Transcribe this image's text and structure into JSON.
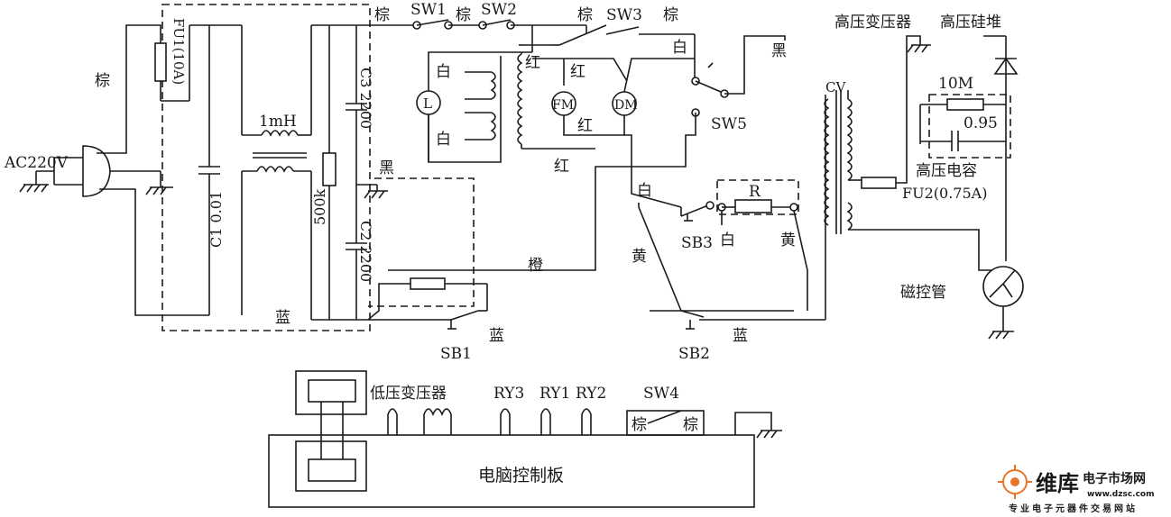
{
  "labels": {
    "brown_left": "棕",
    "fu1": "FU1(10A)",
    "ac220": "AC220V",
    "inductor": "1mH",
    "c1": "C1 0.01",
    "r500k": "500k",
    "c3": "C3 2200",
    "c2": "C2 2200",
    "black_mid": "黑",
    "blue_bottom": "蓝",
    "brown_sw1": "棕",
    "sw1": "SW1",
    "brown_sw2": "棕",
    "sw2": "SW2",
    "brown_sw3": "棕",
    "sw3": "SW3",
    "brown_after_sw3": "棕",
    "white_sw5": "白",
    "black_top": "黑",
    "white_lamp": "白",
    "white_lamp2": "白",
    "lamp": "L",
    "red_1": "红",
    "red_2": "红",
    "red_3": "红",
    "red_4": "红",
    "fm": "FM",
    "dm": "DM",
    "sw5": "SW5",
    "white_mid": "白",
    "r": "R",
    "sb3": "SB3",
    "white_sb3": "白",
    "yellow_r": "黄",
    "yellow_mid": "黄",
    "orange": "橙",
    "sb1": "SB1",
    "blue_sb1": "蓝",
    "sb2": "SB2",
    "blue_sb2": "蓝",
    "hv_transformer": "高压变压器",
    "hv_diode": "高压硅堆",
    "r10m": "10M",
    "c095": "0.95",
    "cv": "CV",
    "hv_capacitor": "高压电容",
    "fu2": "FU2(0.75A)",
    "magnetron": "磁控管",
    "lv_transformer": "低压变压器",
    "ry3": "RY3",
    "ry1": "RY1",
    "ry2": "RY2",
    "sw4": "SW4",
    "brown_sw4a": "棕",
    "brown_sw4b": "棕",
    "board": "电脑控制板"
  },
  "watermark": {
    "brand": "维库",
    "brand_sub": "电子市场网",
    "url": "www.dzsc.com",
    "tagline": "专业电子元器件交易网站",
    "color": "#e8742a"
  }
}
